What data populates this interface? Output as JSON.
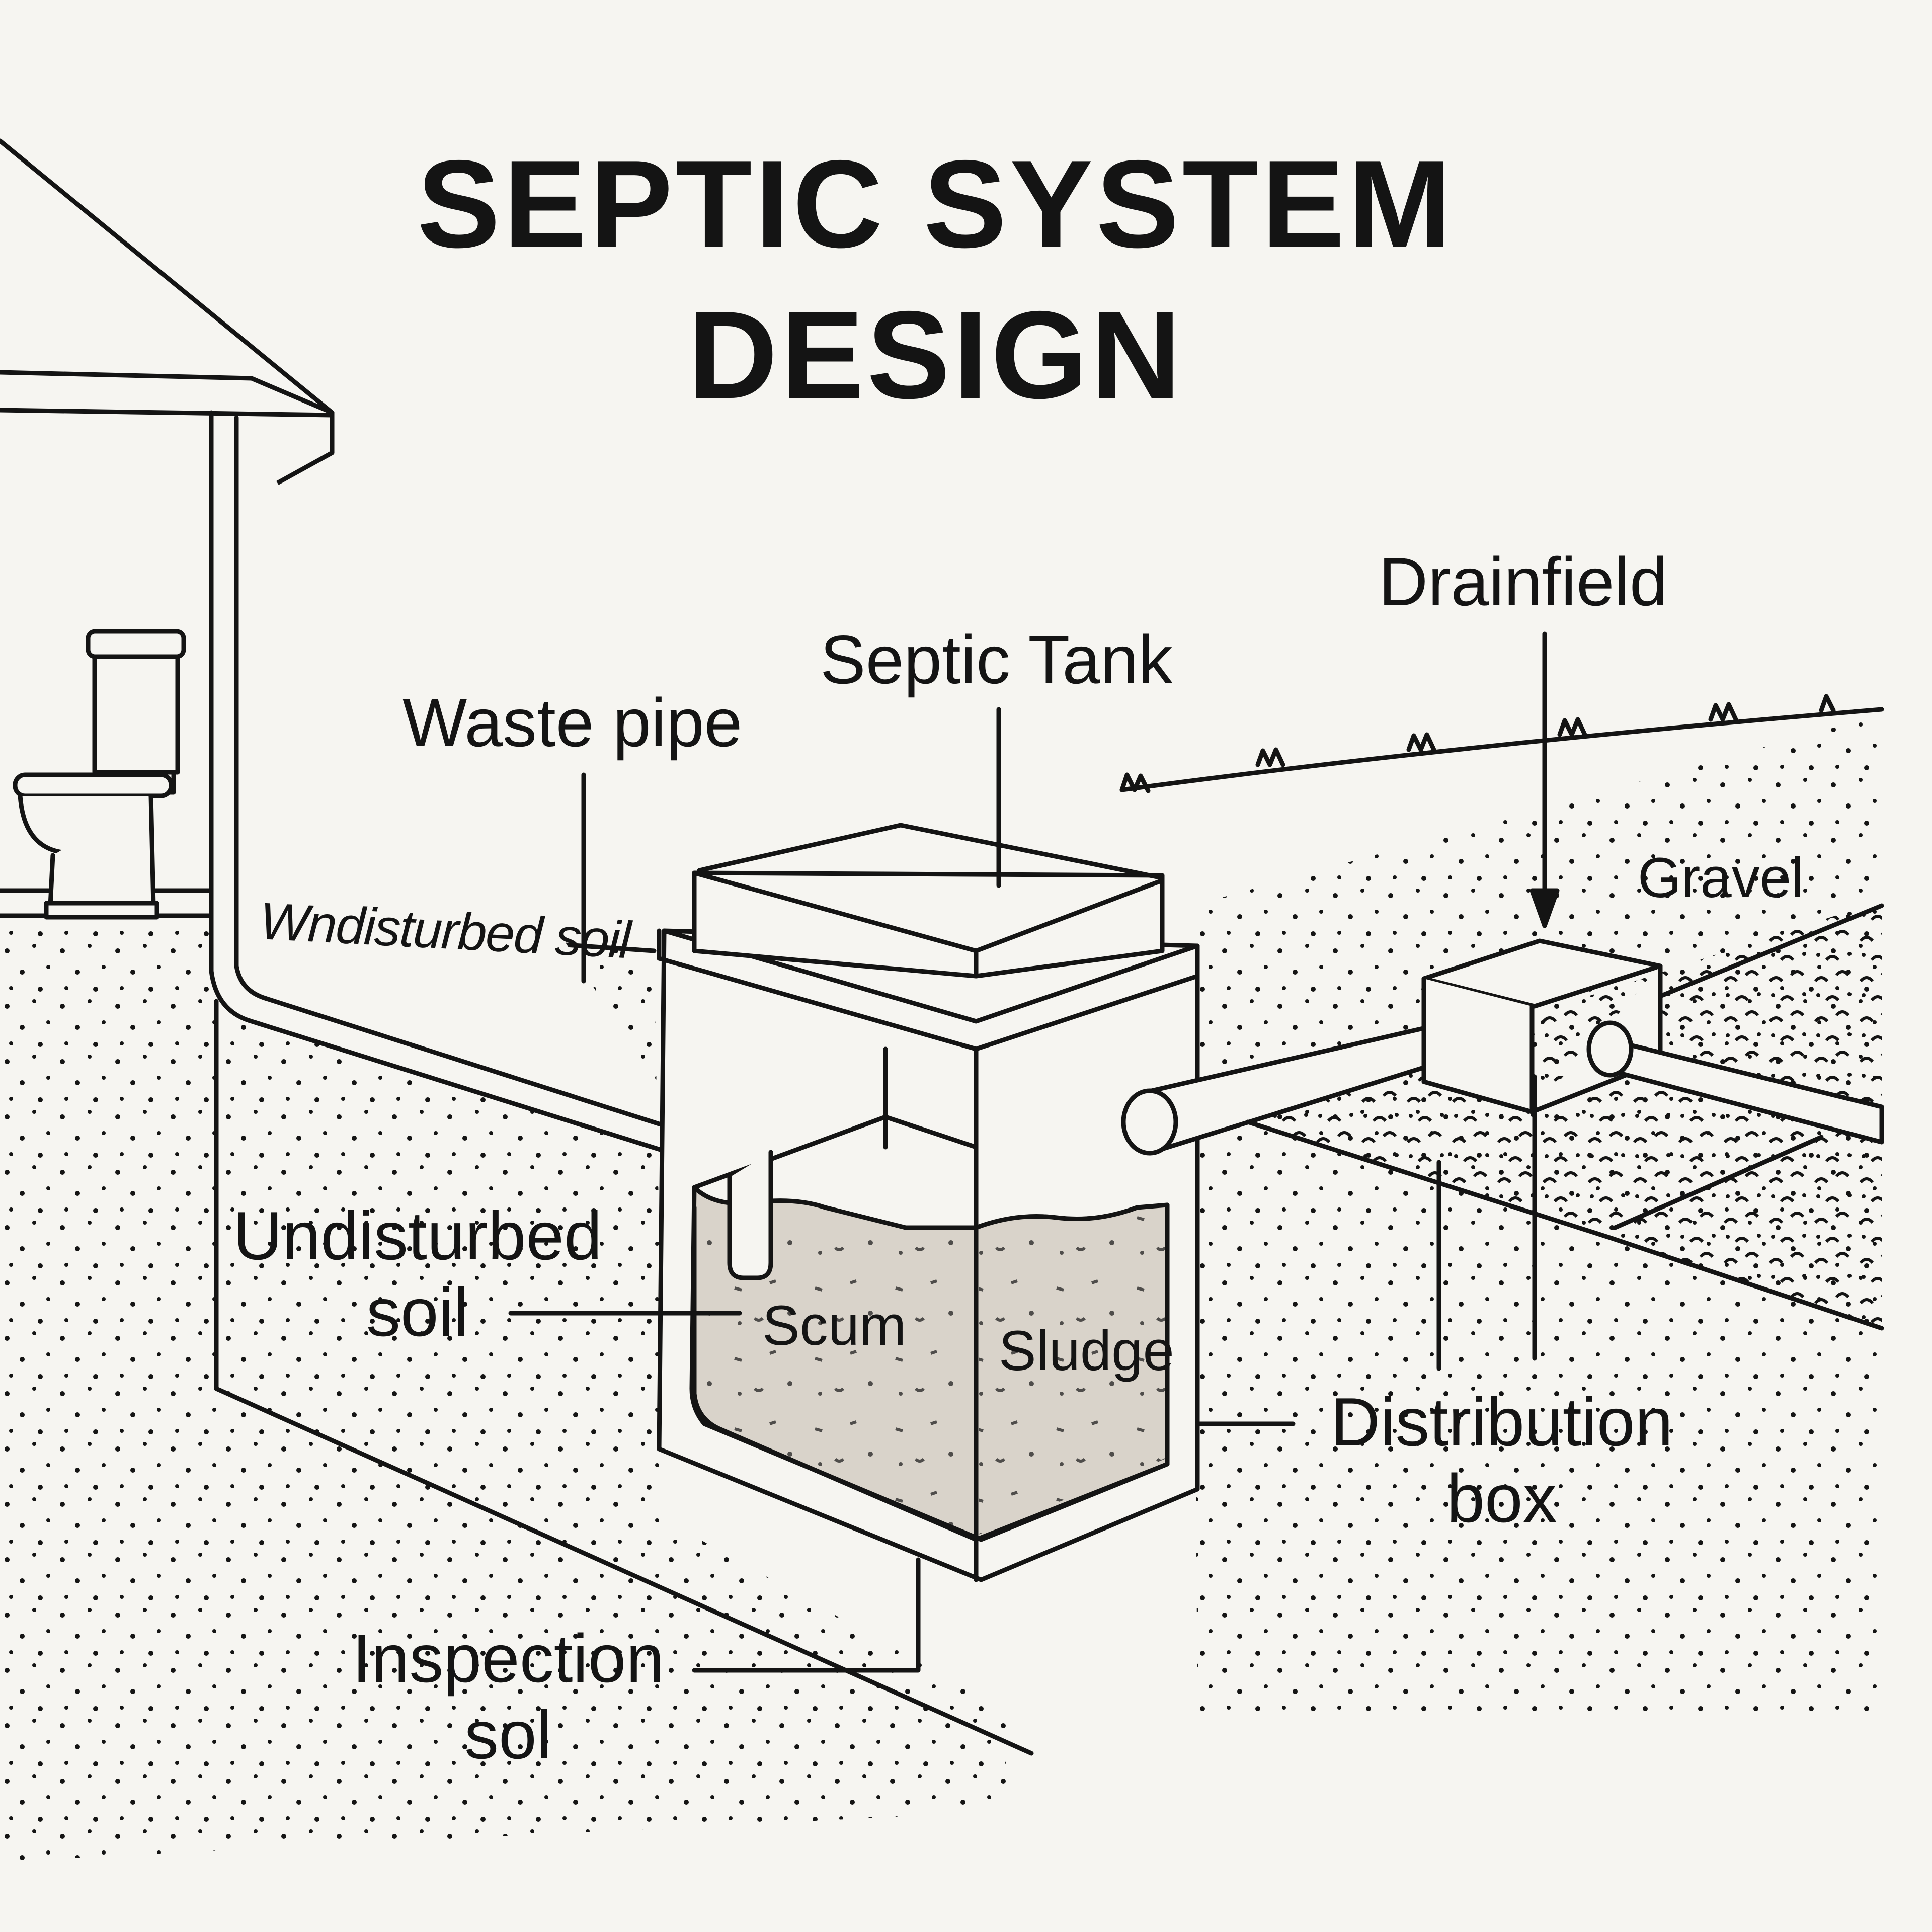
{
  "title_line1": "SEPTIC SYSTEM",
  "title_line2": "DESIGN",
  "labels": {
    "drainfield": "Drainfield",
    "septic_tank": "Septic Tank",
    "waste_pipe": "Waste pipe",
    "undisturbed_soil_top": "Wndisturbed soil",
    "gravel": "Gravel",
    "undisturbed_soil_line1": "Undisturbed",
    "undisturbed_soil_line2": "soil",
    "scum": "Scum",
    "sludge": "Sludge",
    "distribution_box_line1": "Distribution",
    "distribution_box_line2": "box",
    "inspection_line1": "Inspection",
    "inspection_line2": "sol"
  },
  "colors": {
    "background": "#f6f5f1",
    "line": "#141414",
    "liquid_fill": "#d9d3ca"
  }
}
